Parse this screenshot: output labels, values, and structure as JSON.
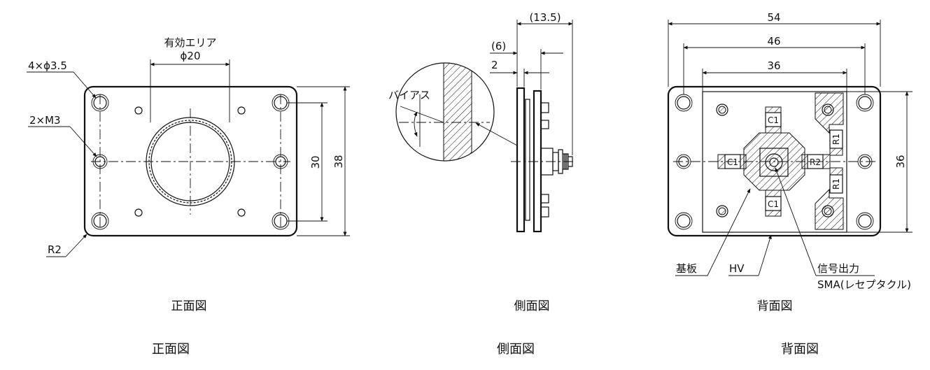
{
  "front": {
    "area_label": "有効エリア",
    "area_dia": "ϕ20",
    "holes_label": "4×ϕ3.5",
    "screws_label": "2×M3",
    "radius_label": "R2",
    "dim_inner_v": "30",
    "dim_outer_v": "38",
    "caption": "正面図",
    "caption_lower": "正面図"
  },
  "side": {
    "dim_13_5": "(13.5)",
    "dim_6": "(6)",
    "dim_2": "2",
    "bias_label": "バイアス",
    "caption": "側面図",
    "caption_lower": "側面図"
  },
  "back": {
    "dim_54": "54",
    "dim_46": "46",
    "dim_36_h": "36",
    "dim_36_v": "36",
    "c1": "C1",
    "r1": "R1",
    "r2": "R2",
    "substrate_label": "基板",
    "hv_label": "HV",
    "signal_label": "信号出力",
    "sma_label": "SMA(レセプタクル)",
    "caption": "背面図",
    "caption_lower": "背面図"
  }
}
